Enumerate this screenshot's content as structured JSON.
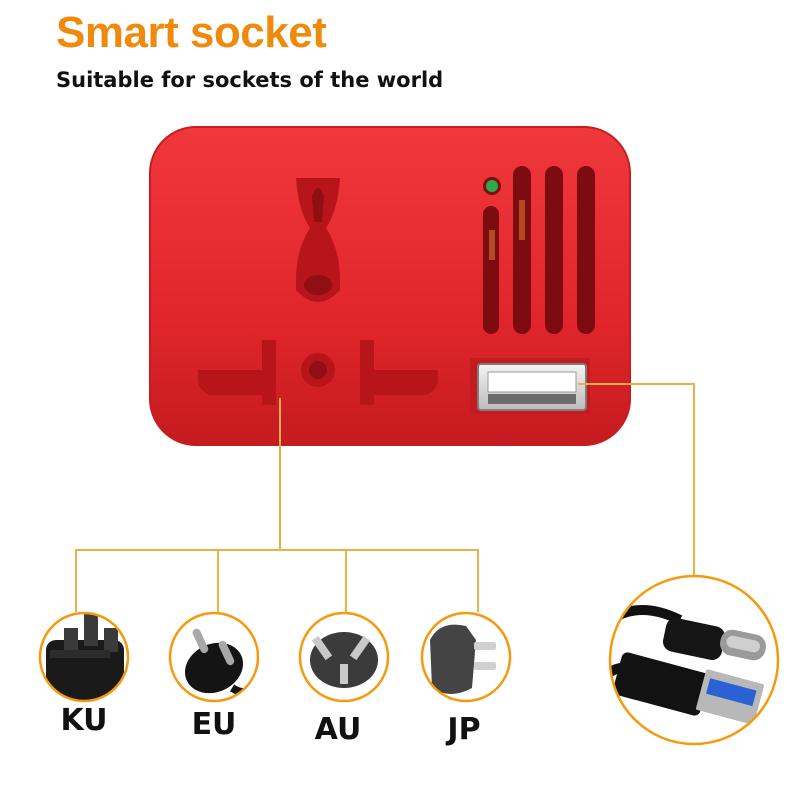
{
  "header": {
    "title": "Smart socket",
    "subtitle": "Suitable for sockets  of the world"
  },
  "plugs": [
    {
      "label": "KU",
      "icon": "uk-plug-icon"
    },
    {
      "label": "EU",
      "icon": "eu-plug-icon"
    },
    {
      "label": "AU",
      "icon": "au-plug-icon"
    },
    {
      "label": "JP",
      "icon": "jp-plug-icon"
    }
  ],
  "colors": {
    "accent": "#f59a0e",
    "title": "#f08a0c",
    "body": "#e32a2f",
    "body_dark": "#b8151b",
    "leader_line": "#e8b04a",
    "indicator": "#2ea84a"
  },
  "icons": [
    "universal-socket-icon",
    "usb-port-icon",
    "usb-cable-icon"
  ]
}
